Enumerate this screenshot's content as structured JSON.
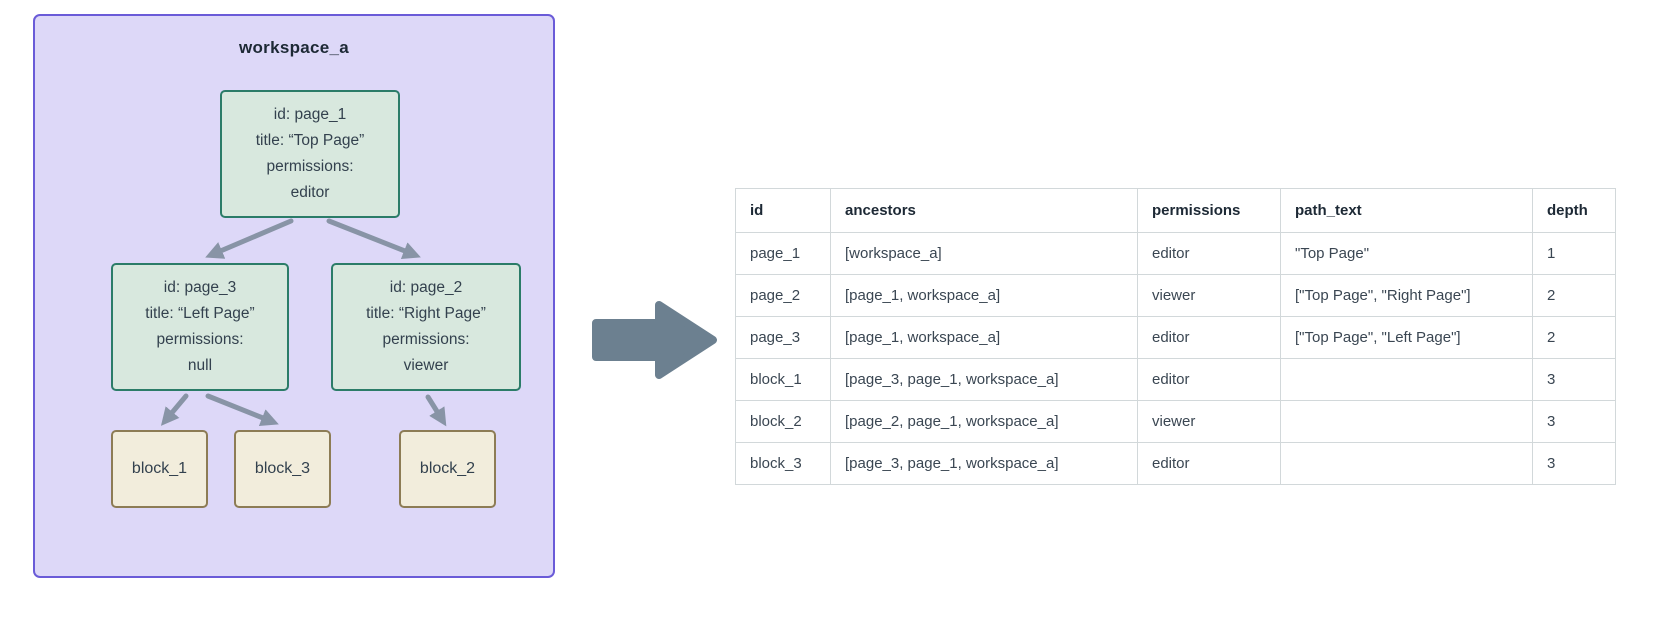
{
  "colors": {
    "workspace_fill": "#ddd8f8",
    "workspace_border": "#6a5bd8",
    "page_node_fill": "#d8e8de",
    "page_node_border": "#2b7c68",
    "block_fill": "#f2eddc",
    "block_border": "#8d7c55",
    "tree_arrow": "#8894a6",
    "flow_arrow": "#6c8090",
    "table_border": "#d2d8da",
    "text_dark": "#1d2935"
  },
  "workspace": {
    "label": "workspace_a"
  },
  "tree": {
    "page_1": {
      "lines": [
        "id: page_1",
        "title: “Top Page”",
        "permissions:",
        "editor"
      ]
    },
    "page_3": {
      "lines": [
        "id: page_3",
        "title: “Left Page”",
        "permissions:",
        "null"
      ]
    },
    "page_2": {
      "lines": [
        "id: page_2",
        "title: “Right Page”",
        "permissions:",
        "viewer"
      ]
    },
    "blocks": {
      "block_1": "block_1",
      "block_3": "block_3",
      "block_2": "block_2"
    }
  },
  "table": {
    "headers": {
      "id": "id",
      "ancestors": "ancestors",
      "permissions": "permissions",
      "path_text": "path_text",
      "depth": "depth"
    },
    "rows": [
      {
        "id": "page_1",
        "ancestors": "[workspace_a]",
        "permissions": "editor",
        "path_text": "\"Top Page\"",
        "depth": "1"
      },
      {
        "id": "page_2",
        "ancestors": "[page_1, workspace_a]",
        "permissions": "viewer",
        "path_text": "[\"Top Page\", \"Right Page\"]",
        "depth": "2"
      },
      {
        "id": "page_3",
        "ancestors": "[page_1, workspace_a]",
        "permissions": "editor",
        "path_text": "[\"Top Page\", \"Left Page\"]",
        "depth": "2"
      },
      {
        "id": "block_1",
        "ancestors": "[page_3, page_1, workspace_a]",
        "permissions": "editor",
        "path_text": "",
        "depth": "3"
      },
      {
        "id": "block_2",
        "ancestors": "[page_2, page_1, workspace_a]",
        "permissions": "viewer",
        "path_text": "",
        "depth": "3"
      },
      {
        "id": "block_3",
        "ancestors": "[page_3, page_1, workspace_a]",
        "permissions": "editor",
        "path_text": "",
        "depth": "3"
      }
    ]
  }
}
